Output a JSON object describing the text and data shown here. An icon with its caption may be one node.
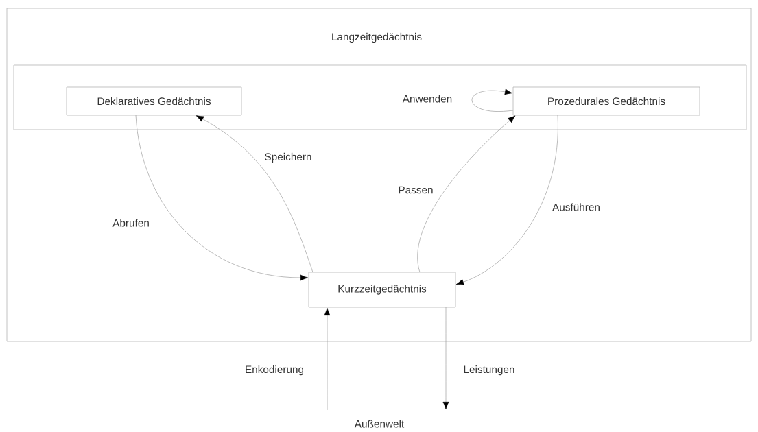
{
  "diagram": {
    "nodes": [
      {
        "text": [],
        "shape": "box"
      },
      {
        "text": [
          "Langzeitgedächtnis"
        ],
        "in": 0
      },
      {
        "text": [
          "Deklaratives Gedächtnis"
        ],
        "in": 1
      },
      {
        "text": [
          "Prozedurales Gedächtnis"
        ],
        "in": 1
      },
      {
        "text": [
          "Kurzzeitgedächtnis"
        ],
        "in": 0
      },
      {
        "text": [
          "Außenwelt"
        ]
      }
    ],
    "edges": [
      {
        "from": 2,
        "to": 4,
        "arrow": "to",
        "label": "Abrufen"
      },
      {
        "from": 4,
        "to": 2,
        "arrow": "to",
        "label": "Speichern"
      },
      {
        "from": 3,
        "to": 3,
        "arrow": "to",
        "label": "Anwenden"
      },
      {
        "from": 4,
        "to": 3,
        "arrow": "to",
        "label": "Passen"
      },
      {
        "from": 3,
        "to": 4,
        "arrow": "to",
        "label": "Ausführen"
      },
      {
        "from": 5,
        "to": 4,
        "arrow": "to",
        "label": "Enkodierung"
      },
      {
        "from": 4,
        "to": 5,
        "arrow": "to",
        "label": "Leistungen"
      }
    ]
  }
}
